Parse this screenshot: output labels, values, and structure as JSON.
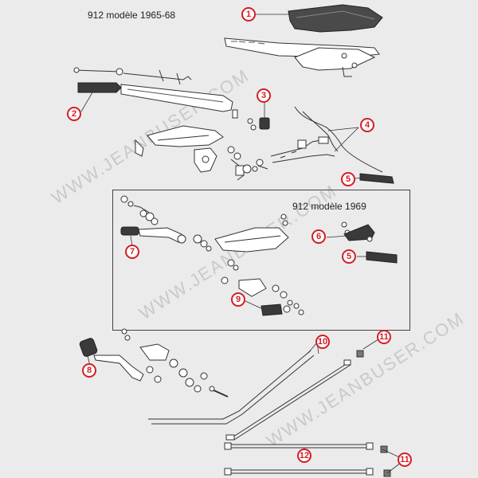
{
  "titles": {
    "main": "912 modèle 1965-68",
    "inset": "912 modèle 1969"
  },
  "watermark": "WWW.JEANBUSER.COM",
  "callouts": [
    "1",
    "2",
    "3",
    "4",
    "5",
    "5",
    "6",
    "7",
    "8",
    "9",
    "10",
    "11",
    "11",
    "12"
  ],
  "colors": {
    "callout_red": "#d21f26",
    "background": "#ebebeb",
    "line": "#333333",
    "part_fill": "#ffffff",
    "dark_part": "#3a3a3a"
  }
}
